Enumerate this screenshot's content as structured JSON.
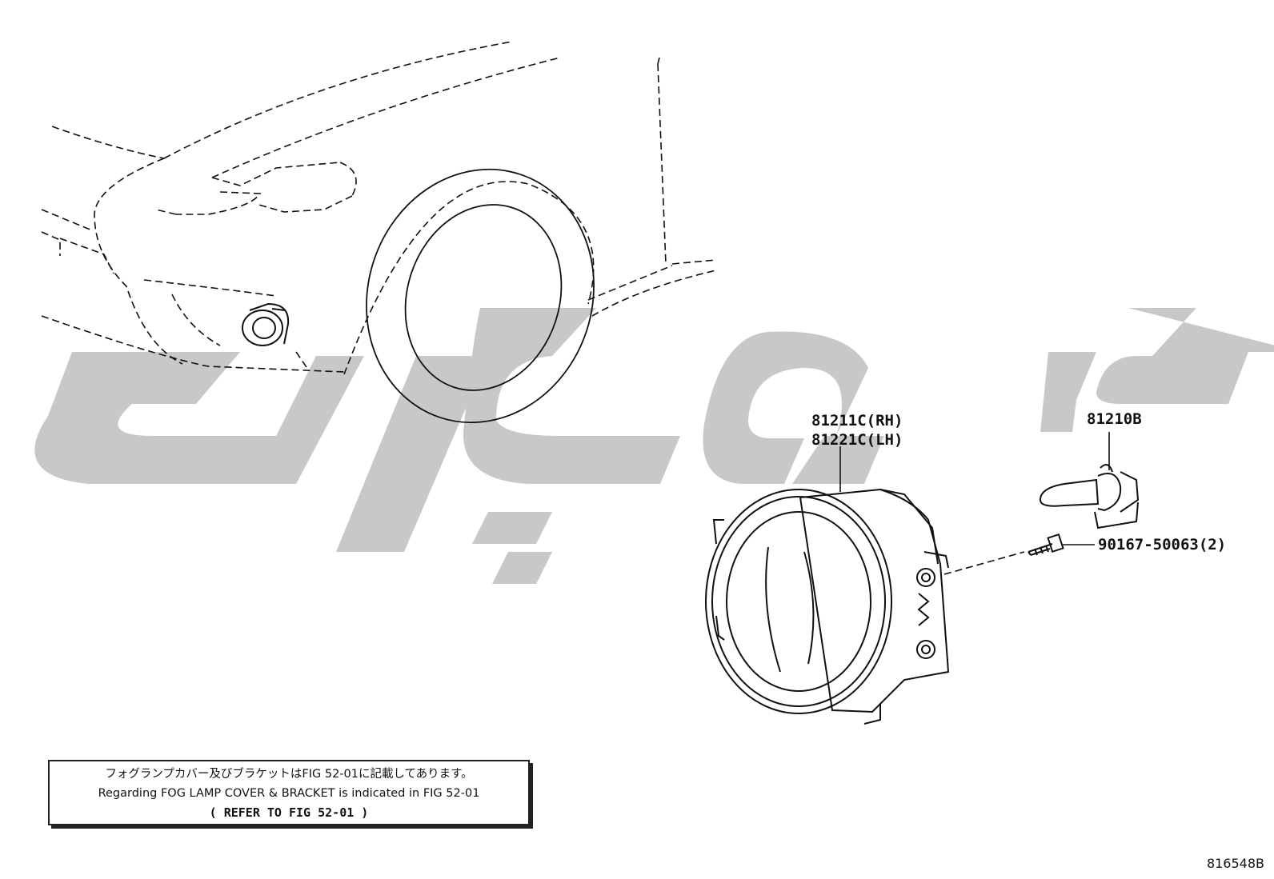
{
  "diagram": {
    "parts": [
      {
        "id": "fog-lamp",
        "label_rh": "81211C(RH)",
        "label_lh": "81221C(LH)"
      },
      {
        "id": "bulb",
        "label": "81210B"
      },
      {
        "id": "screw",
        "label": "90167-50063(2)"
      }
    ],
    "note": {
      "japanese": "フォグランプカバー及びブラケットはFIG 52-01に記載してあります。",
      "english": "Regarding FOG LAMP COVER & BRACKET is indicated in FIG 52-01",
      "reference": "(   REFER TO FIG 52-01   )"
    },
    "figure_id": "816548B",
    "colors": {
      "line": "#111111",
      "watermark": "#c8c8c8",
      "background": "#ffffff"
    }
  }
}
